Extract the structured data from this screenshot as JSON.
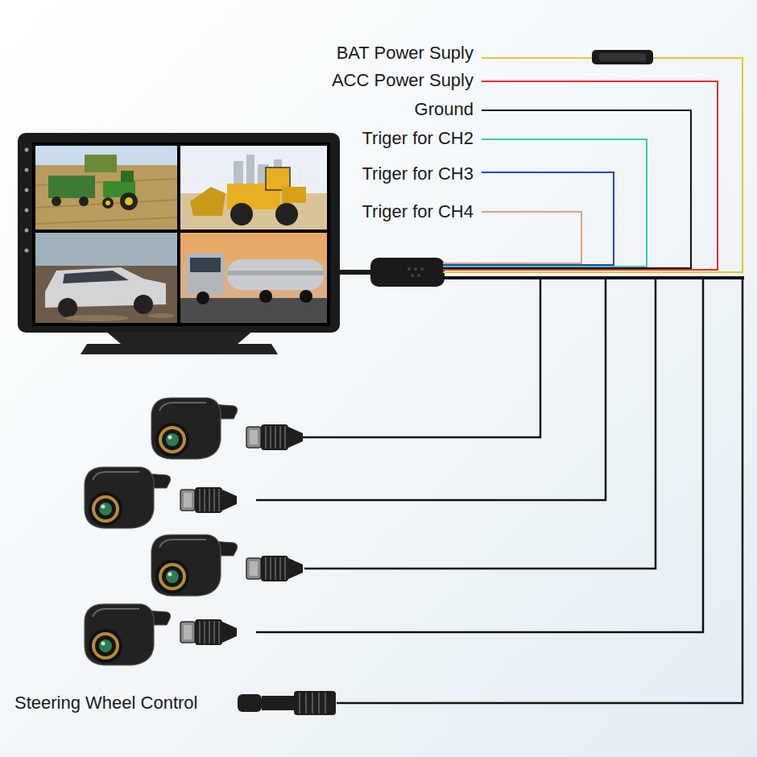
{
  "diagram": {
    "labels": [
      "BAT Power Suply",
      "ACC Power Suply",
      "Ground",
      "Triger for CH2",
      "Triger for CH3",
      "Triger for CH4",
      "Steering Wheel Control"
    ]
  }
}
